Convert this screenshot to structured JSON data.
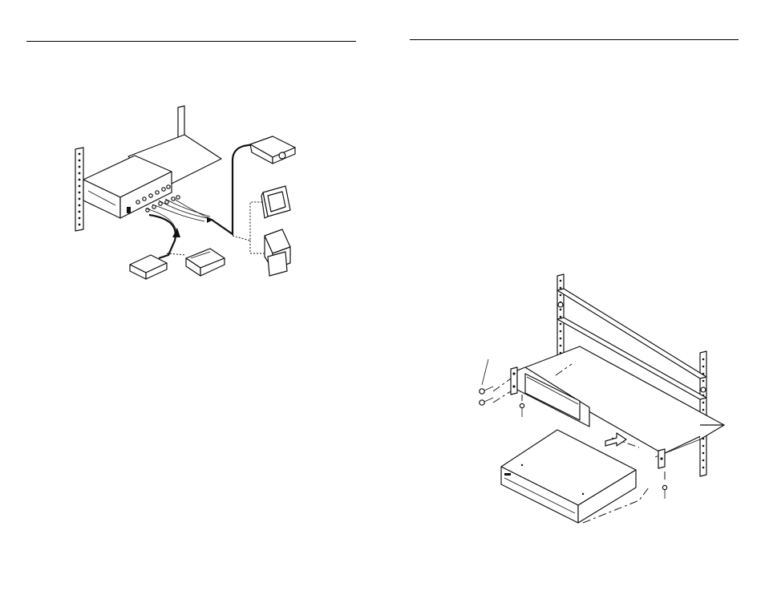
{
  "pages": [
    {
      "side": "left",
      "figure": "rack-system-setup-illustration"
    },
    {
      "side": "right",
      "figure": "rack-mount-installation-illustration"
    }
  ],
  "colors": {
    "ink": "#111111",
    "paper": "#ffffff"
  },
  "icons": [
    "projector-icon",
    "monitor-icon",
    "display-stand-icon",
    "video-player-icon",
    "tuner-icon",
    "screw-icon",
    "arrow-icon"
  ]
}
